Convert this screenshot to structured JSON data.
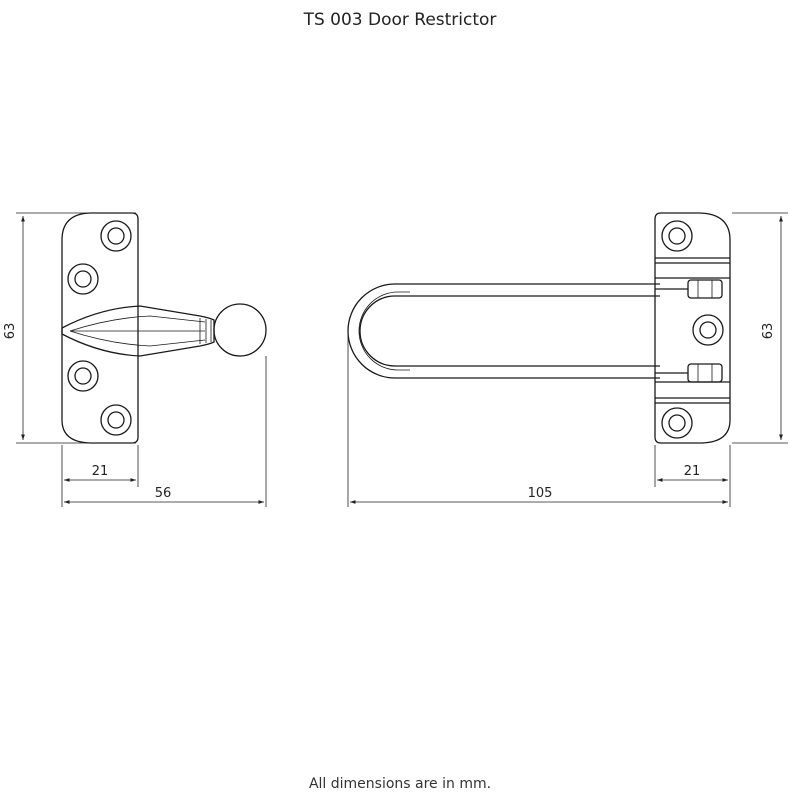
{
  "title": "TS 003 Door Restrictor",
  "footnote": "All dimensions are in mm.",
  "dimensions": {
    "left_height": "63",
    "left_plate_width": "21",
    "left_overall_width": "56",
    "right_length": "105",
    "right_plate_width": "21",
    "right_height": "63"
  }
}
